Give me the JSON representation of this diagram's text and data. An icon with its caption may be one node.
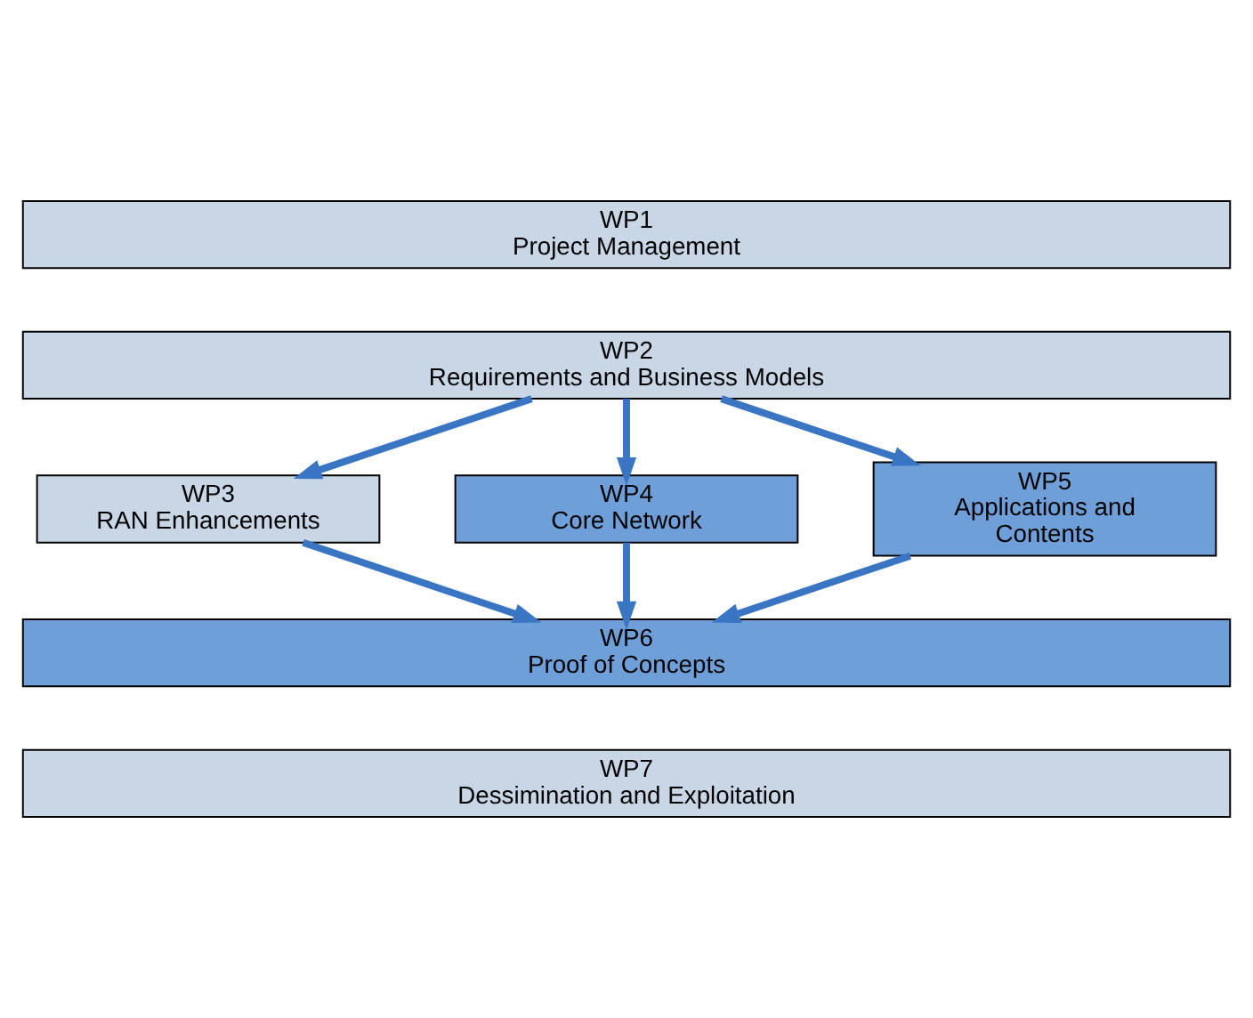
{
  "diagram": {
    "nodes": [
      {
        "text": [
          "WP1",
          "Project Management"
        ]
      },
      {
        "text": [
          "WP2",
          "Requirements and Business Models"
        ]
      },
      {
        "text": [
          "WP3",
          "RAN Enhancements"
        ]
      },
      {
        "text": [
          "WP4",
          "Core Network"
        ]
      },
      {
        "text": [
          "WP5",
          "Applications and Contents"
        ]
      },
      {
        "text": [
          "WP6",
          "Proof of Concepts"
        ]
      },
      {
        "text": [
          "WP7",
          "Dessimination and Exploitation"
        ]
      }
    ],
    "edges": [
      {
        "from": 1,
        "to": 2,
        "arrow": "to"
      },
      {
        "from": 1,
        "to": 3,
        "arrow": "to"
      },
      {
        "from": 1,
        "to": 4,
        "arrow": "to"
      },
      {
        "from": 2,
        "to": 5,
        "arrow": "to"
      },
      {
        "from": 3,
        "to": 5,
        "arrow": "to"
      },
      {
        "from": 4,
        "to": 5,
        "arrow": "to"
      }
    ]
  }
}
